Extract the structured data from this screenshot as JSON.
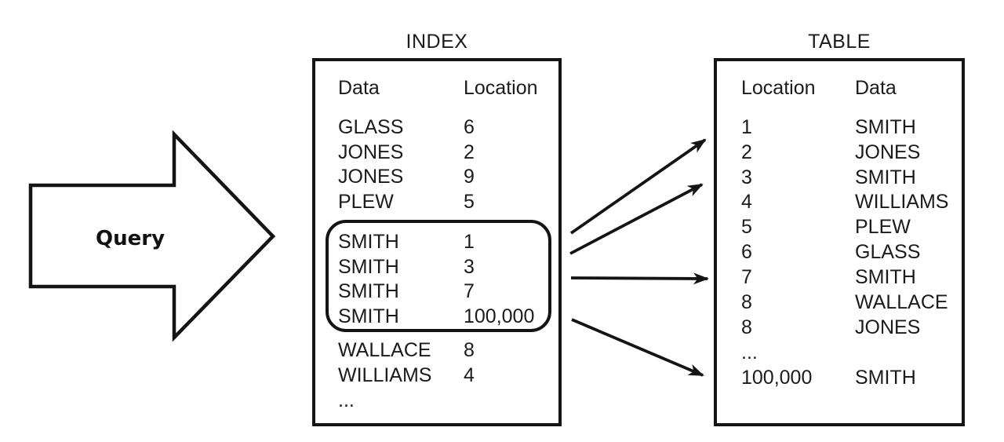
{
  "query": {
    "label": "Query"
  },
  "index": {
    "title": "INDEX",
    "columns": {
      "col1": "Data",
      "col2": "Location"
    },
    "rows": [
      {
        "data": "GLASS",
        "location": "6"
      },
      {
        "data": "JONES",
        "location": "2"
      },
      {
        "data": "JONES",
        "location": "9"
      },
      {
        "data": "PLEW",
        "location": "5"
      }
    ],
    "highlighted_rows": [
      {
        "data": "SMITH",
        "location": "1"
      },
      {
        "data": "SMITH",
        "location": "3"
      },
      {
        "data": "SMITH",
        "location": "7"
      },
      {
        "data": "SMITH",
        "location": "100,000"
      }
    ],
    "tail_rows": [
      {
        "data": "WALLACE",
        "location": "8"
      },
      {
        "data": "WILLIAMS",
        "location": "4"
      },
      {
        "data": "...",
        "location": ""
      }
    ]
  },
  "table": {
    "title": "TABLE",
    "columns": {
      "col1": "Location",
      "col2": "Data"
    },
    "rows": [
      {
        "location": "1",
        "data": "SMITH"
      },
      {
        "location": "2",
        "data": "JONES"
      },
      {
        "location": "3",
        "data": "SMITH"
      },
      {
        "location": "4",
        "data": "WILLIAMS"
      },
      {
        "location": "5",
        "data": "PLEW"
      },
      {
        "location": "6",
        "data": "GLASS"
      },
      {
        "location": "7",
        "data": "SMITH"
      },
      {
        "location": "8",
        "data": "WALLACE"
      },
      {
        "location": "8",
        "data": "JONES"
      },
      {
        "location": "...",
        "data": ""
      },
      {
        "location": "100,000",
        "data": "SMITH"
      }
    ]
  },
  "links": {
    "from": "INDEX highlighted SMITH entries",
    "to_table_locations": [
      "1",
      "3",
      "7",
      "100,000"
    ]
  },
  "colors": {
    "ink": "#141414",
    "background": "#ffffff"
  }
}
